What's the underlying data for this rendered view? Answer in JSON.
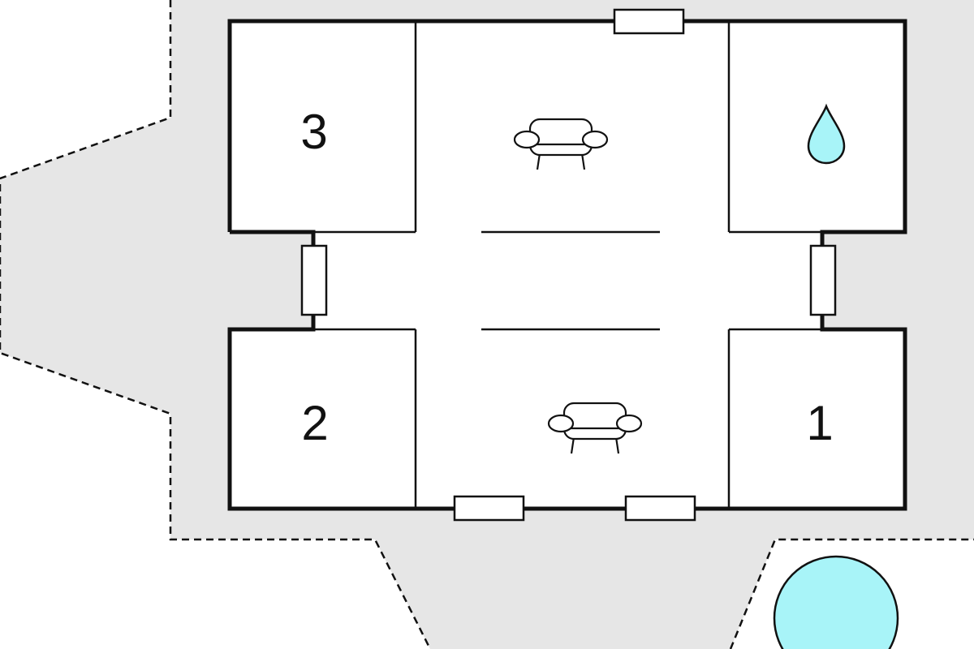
{
  "rooms": [
    {
      "id": "bedroom-1",
      "label": "1"
    },
    {
      "id": "bedroom-2",
      "label": "2"
    },
    {
      "id": "bedroom-3",
      "label": "3"
    }
  ],
  "icons": {
    "bathroom": "water-drop-icon",
    "living_upper": "armchair-icon",
    "living_lower": "armchair-icon",
    "pool": "pool-icon"
  },
  "colors": {
    "terrace": "#e6e6e6",
    "wall": "#111111",
    "water": "#a8f4f8",
    "window_fill": "#ffffff"
  }
}
